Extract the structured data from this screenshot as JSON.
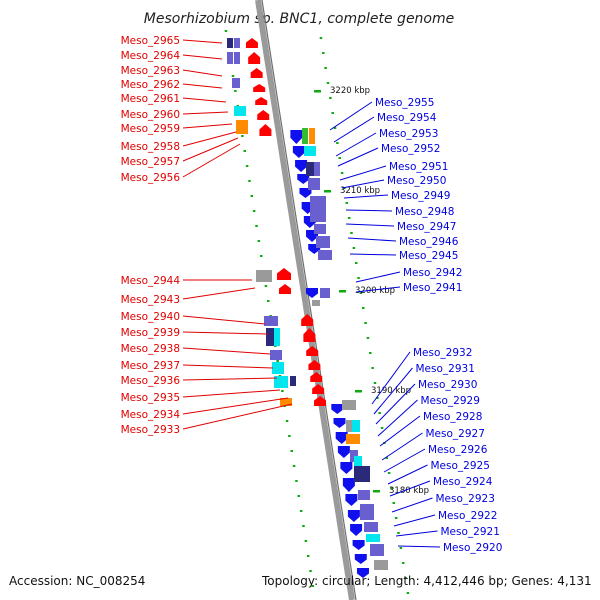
{
  "title": "Mesorhizobium sp. BNC1, complete genome",
  "footer": {
    "accession": "Accession: NC_008254",
    "topology": "Topology: circular; Length: 4,412,446 bp; Genes: 4,131"
  },
  "kbp_marks": [
    "3220 kbp",
    "3210 kbp",
    "3200 kbp",
    "3190 kbp",
    "3180 kbp"
  ],
  "colors": {
    "left_strand_label": "#e00000",
    "right_strand_label": "#0000dd",
    "left_strand_gene": "#ff0000",
    "right_strand_gene": "#1010ee",
    "backbone": "#9a9a9a",
    "tick": "#11aa11",
    "cog_purple": "#6a5fcf",
    "cog_navy": "#2b2a7a",
    "cog_cyan": "#00e5ee",
    "cog_orange": "#ff8c00",
    "cog_green": "#33bb33",
    "cog_gray": "#9a9a9a"
  },
  "left_genes": [
    "Meso_2965",
    "Meso_2964",
    "Meso_2963",
    "Meso_2962",
    "Meso_2961",
    "Meso_2960",
    "Meso_2959",
    "Meso_2958",
    "Meso_2957",
    "Meso_2956",
    "Meso_2944",
    "Meso_2943",
    "Meso_2940",
    "Meso_2939",
    "Meso_2938",
    "Meso_2937",
    "Meso_2936",
    "Meso_2935",
    "Meso_2934",
    "Meso_2933"
  ],
  "right_genes": [
    "Meso_2955",
    "Meso_2954",
    "Meso_2953",
    "Meso_2952",
    "Meso_2951",
    "Meso_2950",
    "Meso_2949",
    "Meso_2948",
    "Meso_2947",
    "Meso_2946",
    "Meso_2945",
    "Meso_2942",
    "Meso_2941",
    "Meso_2932",
    "Meso_2931",
    "Meso_2930",
    "Meso_2929",
    "Meso_2928",
    "Meso_2927",
    "Meso_2926",
    "Meso_2925",
    "Meso_2924",
    "Meso_2923",
    "Meso_2922",
    "Meso_2921",
    "Meso_2920"
  ]
}
